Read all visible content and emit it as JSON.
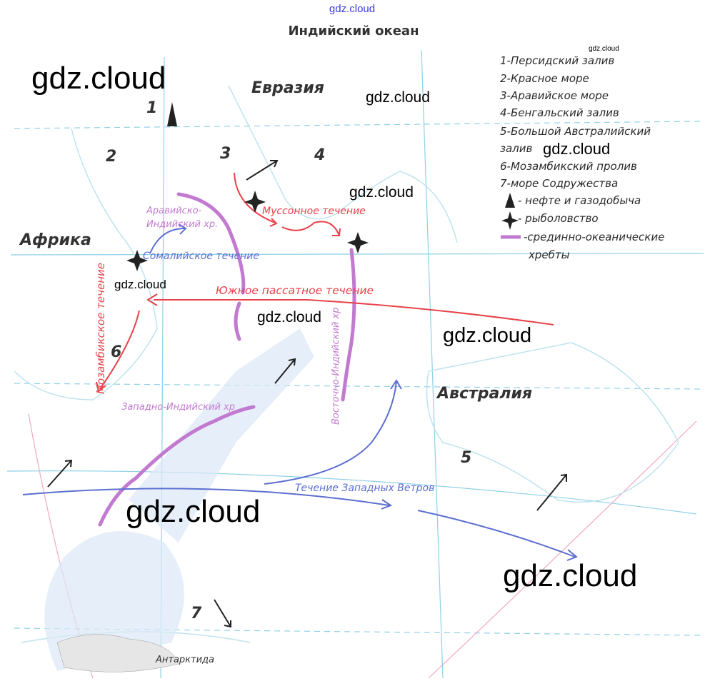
{
  "header": {
    "watermark_top": "gdz.cloud",
    "title": "Индийский океан"
  },
  "continents": {
    "eurasia": "Евразия",
    "africa": "Африка",
    "australia": "Австралия",
    "antarctica": "Антарктида"
  },
  "numbers": [
    "1",
    "2",
    "3",
    "4",
    "5",
    "6",
    "7"
  ],
  "currents": {
    "monsoon": "Муссонное течение",
    "somali": "Сомалийское течение",
    "south_equatorial": "Южное пассатное течение",
    "mozambique": "Мозамбикское течение",
    "west_winds": "Течение Западных Ветров"
  },
  "ridges": {
    "arabian_indian_1": "Аравийско-",
    "arabian_indian_2": "Индийский хр.",
    "east_indian": "Восточно-Индийский хр",
    "west_indian": "Западно-Индийский хр"
  },
  "legend": {
    "items": [
      "1-Персидский залив",
      "2-Красное море",
      "3-Аравийское море",
      "4-Бенгальский залив",
      "5-Большой Австралийский",
      "залив",
      "6-Мозамбикский пролив",
      "7-море Содружества"
    ],
    "oil": "- нефте и газодобыча",
    "fishing": "- рыболовство",
    "ridges_1": "-срединно-океанические",
    "ridges_2": "хребты"
  },
  "watermarks": [
    "gdz.cloud",
    "gdz.cloud",
    "gdz.cloud",
    "gdz.cloud",
    "gdz.cloud",
    "gdz.cloud",
    "gdz.cloud",
    "gdz.cloud",
    "gdz.cloud",
    "gdz.cloud"
  ],
  "colors": {
    "warm": "#e8424a",
    "cold": "#5b6fd0",
    "ridge": "#c27ad0",
    "grid": "#8fd0e8"
  }
}
